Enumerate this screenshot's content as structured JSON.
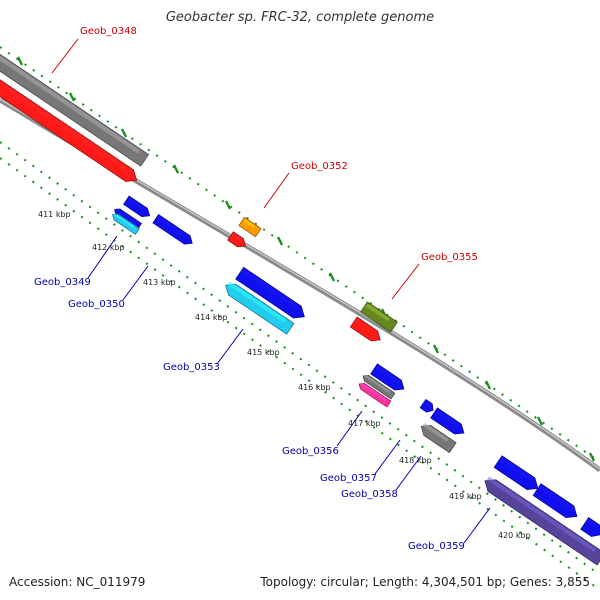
{
  "title": "Geobacter sp. FRC-32, complete genome",
  "footer": {
    "accession": "Accession: NC_011979",
    "summary": "Topology: circular; Length: 4,304,501 bp; Genes: 3,855"
  },
  "colors": {
    "forward_label": "#cc0000",
    "reverse_label": "#0000aa",
    "tick": "#1a8f1a",
    "backbone": "#8a8a8a",
    "red": "#ff1a1a",
    "gray": "#777777",
    "blue": "#1010ee",
    "cyan": "#22ccee",
    "orange": "#ff9900",
    "olive": "#668822",
    "pink": "#ff3399",
    "navy": "#554499"
  },
  "kbp_marks": [
    "411 kbp",
    "412 kbp",
    "413 kbp",
    "414 kbp",
    "415 kbp",
    "416 kbp",
    "417 kbp",
    "418 kbp",
    "419 kbp",
    "420 kbp"
  ],
  "forward_labels": [
    "Geob_0348",
    "Geob_0352",
    "Geob_0355"
  ],
  "reverse_labels": [
    "Geob_0349",
    "Geob_0350",
    "Geob_0353",
    "Geob_0356",
    "Geob_0357",
    "Geob_0358",
    "Geob_0359"
  ]
}
